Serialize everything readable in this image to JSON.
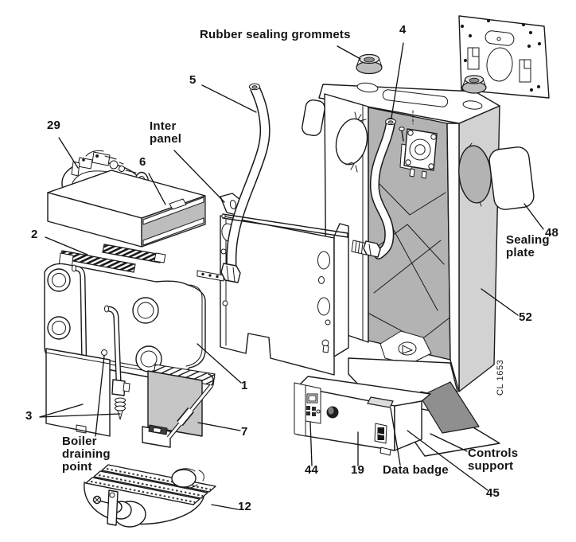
{
  "diagram": {
    "type": "exploded-parts-illustration",
    "drawing_code": "CL 1653",
    "ink_color": "#1a1a1a",
    "background_color": "#ffffff",
    "callouts": {
      "rubber_sealing_grommets": "Rubber sealing grommets",
      "part_4": "4",
      "part_5": "5",
      "part_29": "29",
      "inter_panel": "Inter\npanel",
      "part_6": "6",
      "part_2": "2",
      "part_48": "48",
      "sealing_plate": "Sealing\nplate",
      "part_52": "52",
      "part_1": "1",
      "part_3": "3",
      "part_7": "7",
      "boiler_draining_point": "Boiler\ndraining\npoint",
      "part_12": "12",
      "part_44": "44",
      "part_19": "19",
      "data_badge": "Data badge",
      "controls_support": "Controls\nsupport",
      "part_45": "45"
    }
  }
}
